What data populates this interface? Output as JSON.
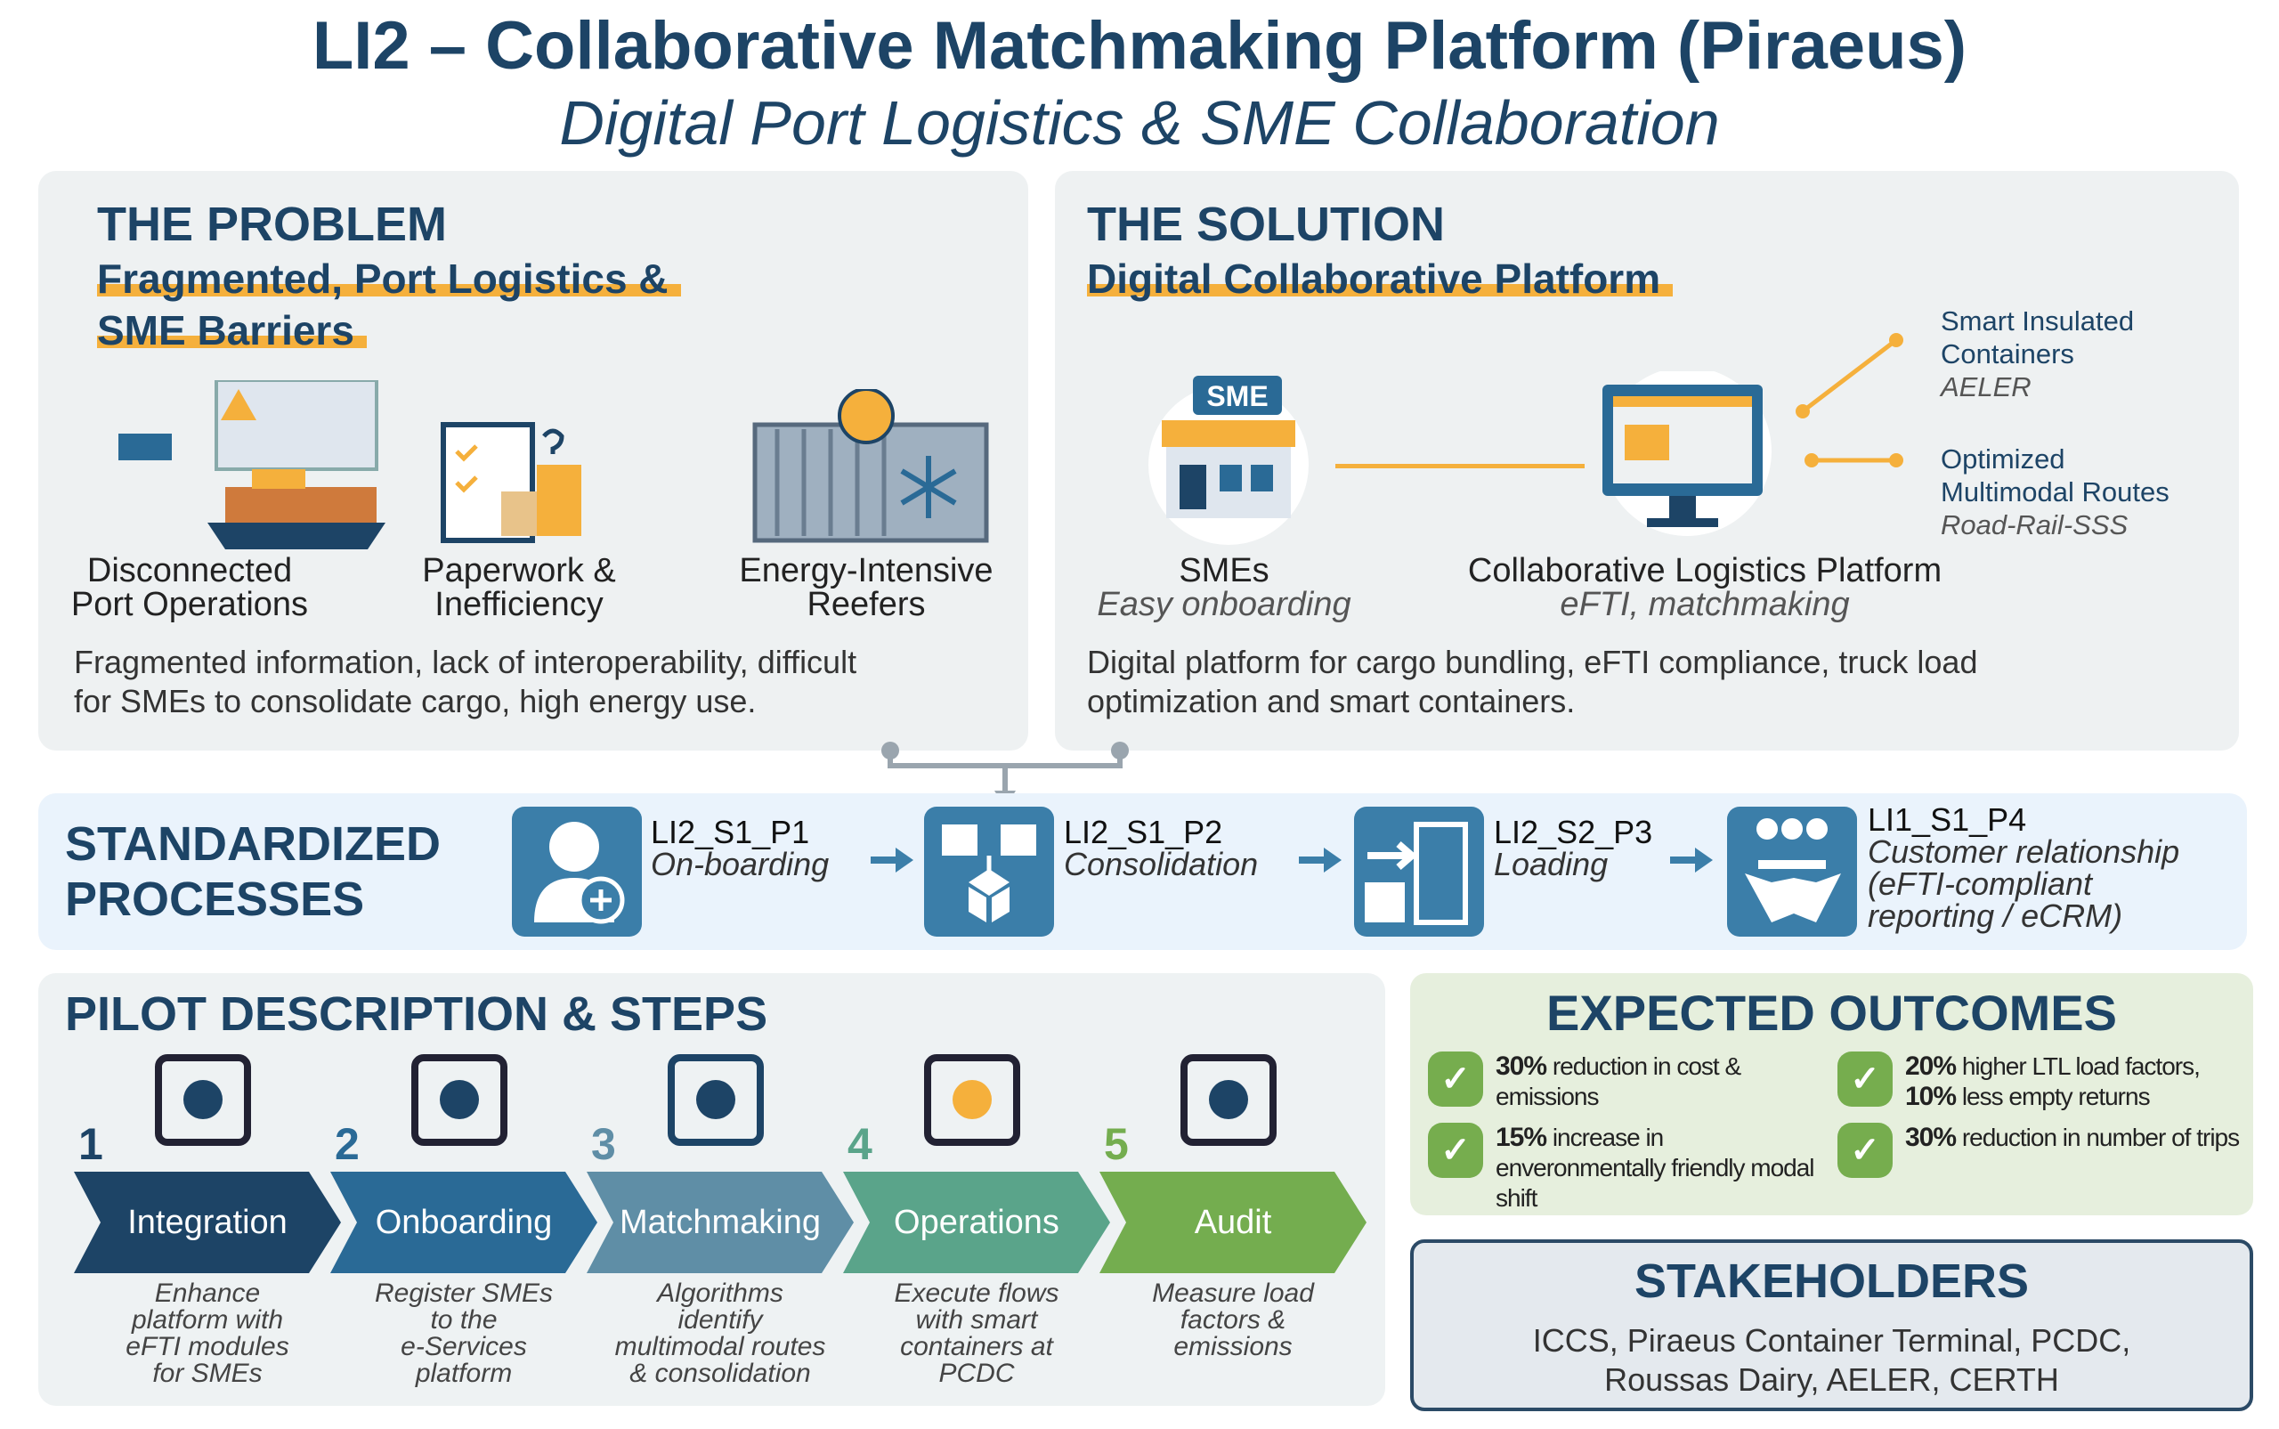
{
  "header": {
    "title": "LI2 – Collaborative Matchmaking Platform (Piraeus)",
    "subtitle": "Digital Port Logistics & SME Collaboration"
  },
  "problem": {
    "heading": "THE PROBLEM",
    "subheading_lines": [
      "Fragmented, Port Logistics &",
      "SME Barriers"
    ],
    "items": [
      {
        "icon": "port-operations-icon",
        "label_lines": [
          "Disconnected",
          "Port Operations"
        ]
      },
      {
        "icon": "paperwork-icon",
        "label_lines": [
          "Paperwork &",
          "Inefficiency"
        ]
      },
      {
        "icon": "reefer-container-icon",
        "label_lines": [
          "Energy-Intensive",
          "Reefers"
        ]
      }
    ],
    "description_lines": [
      "Fragmented information, lack of interoperability, difficult",
      "for SMEs to consolidate cargo, high energy use."
    ]
  },
  "solution": {
    "heading": "THE SOLUTION",
    "subheading": "Digital Collaborative Platform",
    "sme": {
      "badge": "SME",
      "label": "SMEs",
      "sublabel": "Easy onboarding"
    },
    "platform": {
      "label": "Collaborative Logistics Platform",
      "sublabel": "eFTI, matchmaking"
    },
    "features": [
      {
        "lines": [
          "Smart Insulated",
          "Containers"
        ],
        "sub": "AELER"
      },
      {
        "lines": [
          "Optimized",
          "Multimodal Routes"
        ],
        "sub": "Road-Rail-SSS"
      }
    ],
    "description_lines": [
      "Digital platform for cargo bundling, eFTI compliance, truck load",
      "optimization and smart containers."
    ]
  },
  "processes": {
    "heading_lines": [
      "STANDARDIZED",
      "PROCESSES"
    ],
    "items": [
      {
        "code": "LI2_S1_P1",
        "name_lines": [
          "On-boarding"
        ],
        "icon": "user-add-icon"
      },
      {
        "code": "LI2_S1_P2",
        "name_lines": [
          "Consolidation"
        ],
        "icon": "consolidation-boxes-icon"
      },
      {
        "code": "LI2_S2_P3",
        "name_lines": [
          "Loading"
        ],
        "icon": "truck-loading-icon"
      },
      {
        "code": "LI1_S1_P4",
        "name_lines": [
          "Customer relationship",
          "(eFTI-compliant",
          "reporting / eCRM)"
        ],
        "icon": "handshake-icon"
      }
    ]
  },
  "pilot": {
    "heading": "PILOT DESCRIPTION & STEPS",
    "steps": [
      {
        "num": "1",
        "label": "Integration",
        "color": "#1d4466",
        "desc_lines": [
          "Enhance",
          "platform with",
          "eFTI modules",
          "for SMEs"
        ]
      },
      {
        "num": "2",
        "label": "Onboarding",
        "color": "#2a6a96",
        "desc_lines": [
          "Register SMEs",
          "to the",
          "e-Services",
          "platform"
        ]
      },
      {
        "num": "3",
        "label": "Matchmaking",
        "color": "#5f8ea6",
        "desc_lines": [
          "Algorithms",
          "identify",
          "multimodal routes",
          "& consolidation"
        ]
      },
      {
        "num": "4",
        "label": "Operations",
        "color": "#5aa48a",
        "desc_lines": [
          "Execute flows",
          "with smart",
          "containers at",
          "PCDC"
        ]
      },
      {
        "num": "5",
        "label": "Audit",
        "color": "#74ad4f",
        "desc_lines": [
          "Measure load",
          "factors &",
          "emissions"
        ]
      }
    ]
  },
  "outcomes": {
    "heading": "EXPECTED OUTCOMES",
    "items": [
      {
        "parts": [
          [
            "30%",
            " reduction in cost & emissions"
          ]
        ]
      },
      {
        "parts": [
          [
            "20%",
            " higher LTL load factors,"
          ],
          [
            "10%",
            " less empty returns"
          ]
        ]
      },
      {
        "parts": [
          [
            "15%",
            " increase in enveronmentally friendly modal shift"
          ]
        ]
      },
      {
        "parts": [
          [
            "30%",
            " reduction in number of trips"
          ]
        ]
      }
    ]
  },
  "stakeholders": {
    "heading": "STAKEHOLDERS",
    "lines": [
      "ICCS, Piraeus Container Terminal, PCDC,",
      "Roussas Dairy, AELER, CERTH"
    ]
  },
  "colors": {
    "navy": "#1d4466",
    "accent": "#f5b03c",
    "process_blue": "#3b7ea9",
    "green": "#76ad4e"
  }
}
